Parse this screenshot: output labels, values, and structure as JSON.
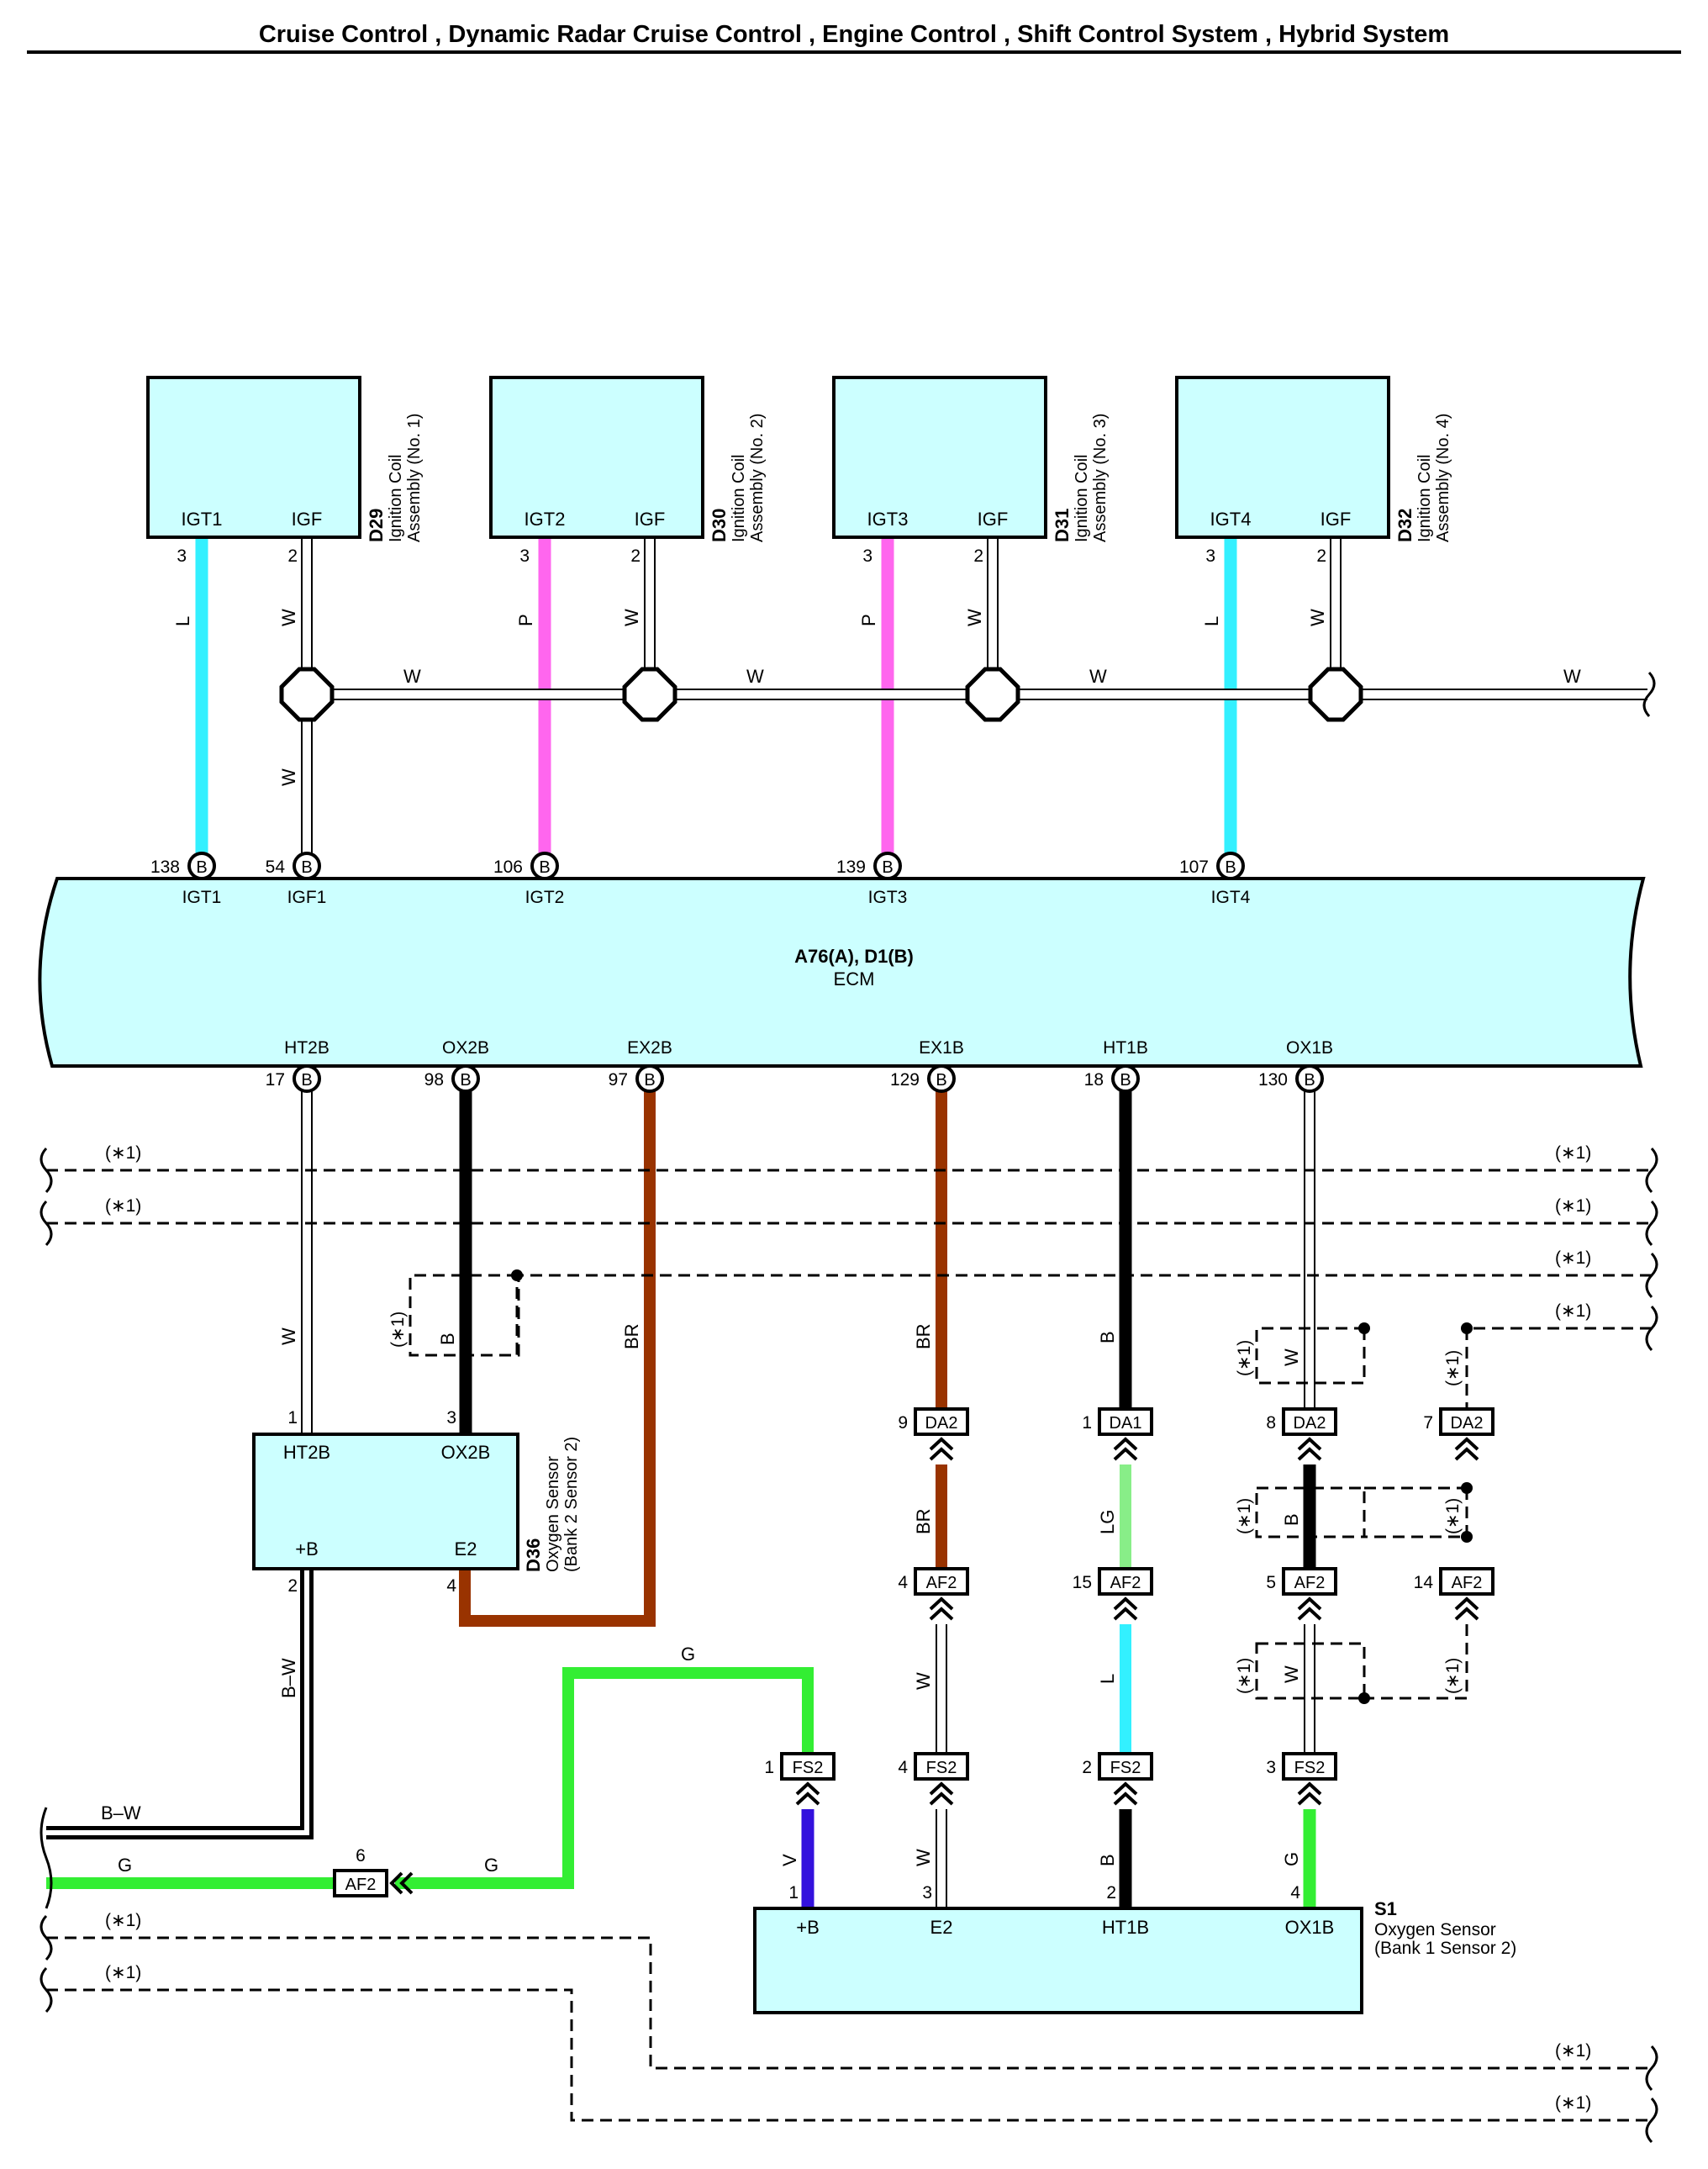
{
  "title": "Cruise Control , Dynamic Radar Cruise Control , Engine Control , Shift Control System , Hybrid System",
  "colors": {
    "box_fill": "#ccffff",
    "wire_L": "#33f0ff",
    "wire_P": "#ff66ee",
    "wire_BR": "#993300",
    "wire_B": "#000000",
    "wire_G": "#33ee33",
    "wire_LG": "#88ee88",
    "wire_V": "#3311dd",
    "wire_W": "#ffffff"
  },
  "coils": [
    {
      "code": "D29",
      "name_line1": "Ignition Coil",
      "name_line2": "Assembly (No.  1)",
      "pin_left": "IGT1",
      "pin_right": "IGF",
      "num_left": "3",
      "num_right": "2",
      "wire_left": "L",
      "wire_right": "W"
    },
    {
      "code": "D30",
      "name_line1": "Ignition Coil",
      "name_line2": "Assembly (No.  2)",
      "pin_left": "IGT2",
      "pin_right": "IGF",
      "num_left": "3",
      "num_right": "2",
      "wire_left": "P",
      "wire_right": "W"
    },
    {
      "code": "D31",
      "name_line1": "Ignition Coil",
      "name_line2": "Assembly (No.  3)",
      "pin_left": "IGT3",
      "pin_right": "IGF",
      "num_left": "3",
      "num_right": "2",
      "wire_left": "P",
      "wire_right": "W"
    },
    {
      "code": "D32",
      "name_line1": "Ignition Coil",
      "name_line2": "Assembly (No.  4)",
      "pin_left": "IGT4",
      "pin_right": "IGF",
      "num_left": "3",
      "num_right": "2",
      "wire_left": "L",
      "wire_right": "W"
    }
  ],
  "bus_label": "W",
  "ecm": {
    "code": "A76(A), D1(B)",
    "name": "ECM",
    "connector_letter": "B",
    "top_pins": [
      {
        "num": "138",
        "name": "IGT1"
      },
      {
        "num": "54",
        "name": "IGF1"
      },
      {
        "num": "106",
        "name": "IGT2"
      },
      {
        "num": "139",
        "name": "IGT3"
      },
      {
        "num": "107",
        "name": "IGT4"
      }
    ],
    "bottom_pins": [
      {
        "num": "17",
        "name": "HT2B"
      },
      {
        "num": "98",
        "name": "OX2B"
      },
      {
        "num": "97",
        "name": "EX2B"
      },
      {
        "num": "129",
        "name": "EX1B"
      },
      {
        "num": "18",
        "name": "HT1B"
      },
      {
        "num": "130",
        "name": "OX1B"
      }
    ]
  },
  "note": "(∗1)",
  "sensor2": {
    "code": "D36",
    "name_line1": "Oxygen Sensor",
    "name_line2": "(Bank 2 Sensor 2)",
    "pins": [
      {
        "name": "HT2B",
        "num": "1"
      },
      {
        "name": "OX2B",
        "num": "3"
      },
      {
        "name": "+B",
        "num": "2"
      },
      {
        "name": "E2",
        "num": "4"
      }
    ]
  },
  "sensor1": {
    "code": "S1",
    "name_line1": "Oxygen Sensor",
    "name_line2": "(Bank 1 Sensor 2)",
    "pins": [
      {
        "name": "+B",
        "num": "1",
        "wire": "V"
      },
      {
        "name": "E2",
        "num": "3",
        "wire": "W"
      },
      {
        "name": "HT1B",
        "num": "2",
        "wire": "B"
      },
      {
        "name": "OX1B",
        "num": "4",
        "wire": "G"
      }
    ]
  },
  "wire_labels": {
    "ht2b": "W",
    "ox2b_loop": "B",
    "ex2b": "BR",
    "ex1b": "BR",
    "ht1b": "B",
    "ex1b_mid": "BR",
    "ht1b_mid": "LG",
    "ex1b_low": "W",
    "ht1b_low": "L",
    "ox1b_loop1": "W",
    "ox1b_loop2": "B",
    "ox1b_loop3": "W",
    "bw_vertical": "B–W",
    "bw_horizontal": "B–W",
    "g_top": "G",
    "g_left": "G",
    "g_mid": "G"
  },
  "connectors": {
    "da2_ex": {
      "label": "DA2",
      "num": "9"
    },
    "da1": {
      "label": "DA1",
      "num": "1"
    },
    "da2_ox": {
      "label": "DA2",
      "num": "8"
    },
    "da2_r": {
      "label": "DA2",
      "num": "7"
    },
    "af2_ex": {
      "label": "AF2",
      "num": "4"
    },
    "af2_ht": {
      "label": "AF2",
      "num": "15"
    },
    "af2_ox": {
      "label": "AF2",
      "num": "5"
    },
    "af2_r": {
      "label": "AF2",
      "num": "14"
    },
    "fs2_v": {
      "label": "FS2",
      "num": "1"
    },
    "fs2_e2": {
      "label": "FS2",
      "num": "4"
    },
    "fs2_ht": {
      "label": "FS2",
      "num": "2"
    },
    "fs2_ox": {
      "label": "FS2",
      "num": "3"
    },
    "af2_g": {
      "label": "AF2",
      "num": "6"
    }
  }
}
